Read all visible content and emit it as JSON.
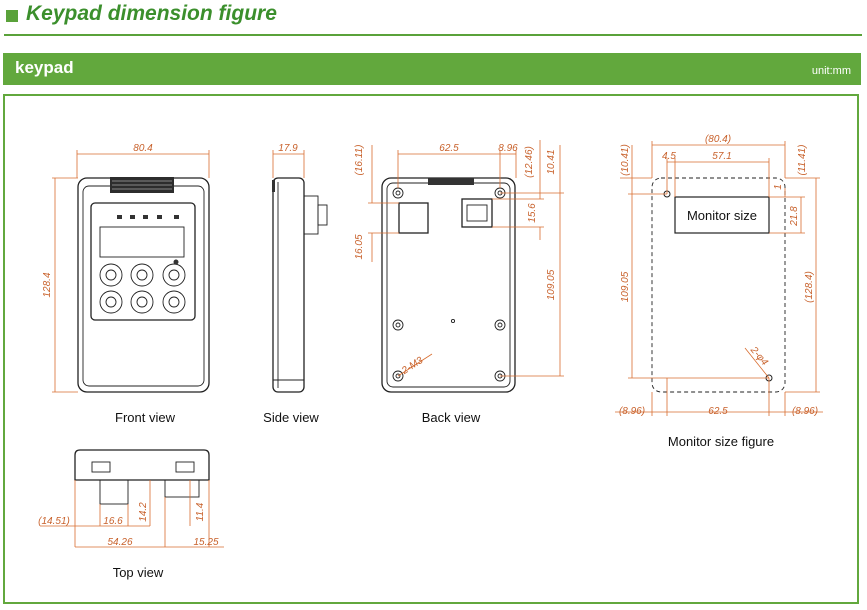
{
  "header": {
    "title": "Keypad dimension figure"
  },
  "section": {
    "title": "keypad",
    "unit": "unit:mm"
  },
  "captions": {
    "front": "Front view",
    "side": "Side view",
    "back": "Back view",
    "monitor": "Monitor size figure",
    "top": "Top view"
  },
  "front_dims": {
    "width": "80.4",
    "height": "128.4"
  },
  "side_dims": {
    "depth": "17.9"
  },
  "back_dims": {
    "top_left": "(16.11)",
    "hole_span": "62.5",
    "hole_offset": "8.96",
    "top_right_1": "(12.46)",
    "top_right_2": "10.41",
    "connector_h": "15.6",
    "left_v": "16.05",
    "hole_v": "109.05",
    "screw_label": "2-M3"
  },
  "monitor_dims": {
    "overall": "(80.4)",
    "left_margin": "4.5",
    "cutout_w": "57.1",
    "top_left": "(10.41)",
    "top_right": "(11.41)",
    "small_1": "1",
    "cutout_h": "21.8",
    "left_v": "109.05",
    "right_v": "(128.4)",
    "hole_label": "2-φ4",
    "bottom_left": "(8.96)",
    "bottom_mid": "62.5",
    "bottom_right": "(8.96)",
    "box_label": "Monitor size"
  },
  "top_dims": {
    "left": "(14.51)",
    "c1": "16.6",
    "c2": "14.2",
    "c3": "11.4",
    "overall": "54.26",
    "right": "15.25"
  }
}
